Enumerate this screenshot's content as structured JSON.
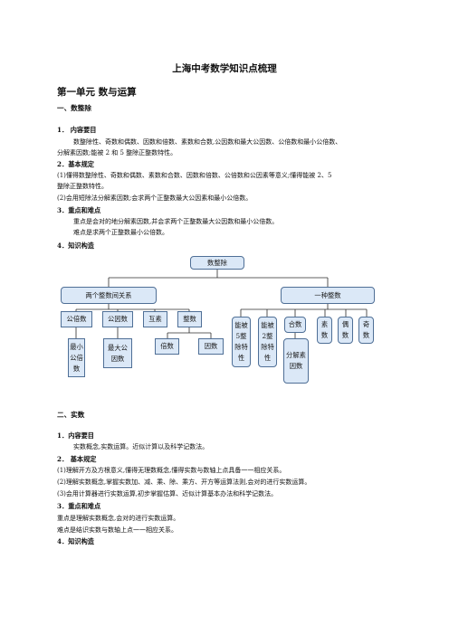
{
  "title": "上海中考数学知识点梳理",
  "unit": "第一单元  数与运算",
  "section1": {
    "heading": "一、数整除",
    "h_content": "1．  内容要目",
    "content_1": "数整除性、奇数和偶数、因数和倍数、素数和合数,公因数和最大公因数、公倍数和最小公倍数、",
    "content_2": "分解素因数;能被 2 和 5 整除正整数特性。",
    "h_basic": "2．基本规定",
    "basic_1": "(1)懂得数整除性、奇数和偶数、素数和合数、因数和倍数、公倍数和公因素等意义;懂得能被  2、5",
    "basic_2": "整除正整数特性。",
    "basic_3": "(2)会用短除法分解素因数;会求两个正整数最大公因素和最小公倍数。",
    "h_key": "3．重点和难点",
    "key_1": "重点是会对的地分解素因数,并会求两个正整数最大公因数和最小公倍数。",
    "key_2": "难点是求两个正整数最小公倍数。",
    "h_struct": "4．知识构造"
  },
  "tree": {
    "root": "数整除",
    "left": "两个整数间关系",
    "right": "一种整数",
    "l1": "公倍数",
    "l2": "公因数",
    "l3": "互素",
    "l4": "整数",
    "l1c": "最小公倍数",
    "l2c": "最大公因数",
    "l4c1": "倍数",
    "l4c2": "因数",
    "r1": "能被5整除特性",
    "r2": "能被2整除特性",
    "r3": "合数",
    "r4": "素数",
    "r5": "偶数",
    "r6": "奇数",
    "r3c": "分解素因数"
  },
  "section2": {
    "heading": "二、实数",
    "h_content": "1．内容要目",
    "content_1": "实数概念,实数运算。近似计算以及科学记数法。",
    "h_basic": "2．  基本规定",
    "basic_1": "(1)理解开方及方根意义,懂得无理数概念,懂得实数与数轴上点具备一一相应关系。",
    "basic_2": "(2)理解实数概念,掌握实数加、减、乘、除、乘方、开方等运算法则,会对的进行实数运算。",
    "basic_3": "(3)会用计算器进行实数运算,初步掌握估算、近似计算基本办法和科学记数法。",
    "h_key": "3．重点和难点",
    "key_1": "重点是理解实数概念,会对的进行实数运算。",
    "key_2": "难点是结识实数与数轴上点一一相应关系。",
    "h_struct": "4．知识构造"
  }
}
